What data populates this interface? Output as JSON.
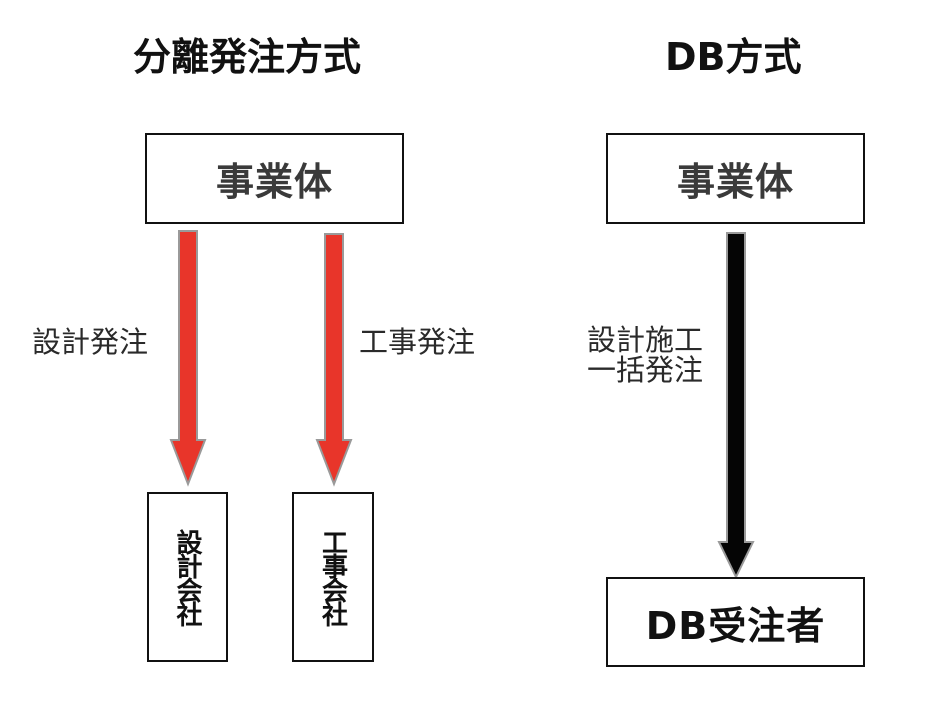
{
  "left": {
    "title": "分離発注方式",
    "client": "事業体",
    "design_order": "設計発注",
    "construction_order": "工事発注",
    "design_firm": "設計会社",
    "construction_firm": "工事会社"
  },
  "right": {
    "title": "DB方式",
    "client": "事業体",
    "bundled_order_lines": [
      "設計施工",
      "一括発注"
    ],
    "contractor": "DB受注者"
  },
  "colors": {
    "red_arrow": "#e8352a",
    "black_arrow": "#050505",
    "arrow_outline": "#9a9a9a"
  }
}
